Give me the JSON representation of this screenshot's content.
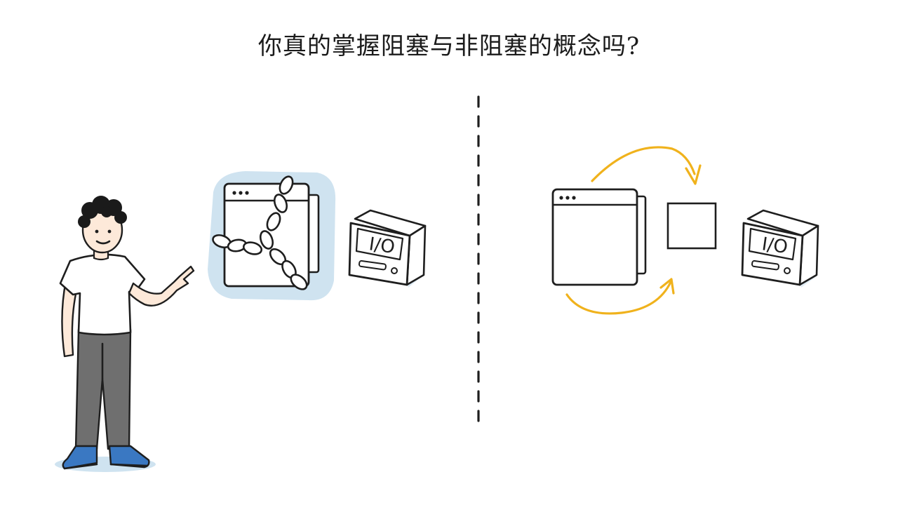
{
  "title": "你真的掌握阻塞与非阻塞的概念吗?",
  "blocking_side": {
    "io_device_label": "I/O"
  },
  "non_blocking_side": {
    "io_device_label": "I/O"
  },
  "colors": {
    "accent_arrow": "#f0b21c",
    "highlight_blue": "#cfe3f0",
    "jeans": "#6f6f6f",
    "shoes": "#3a78c2",
    "ink": "#1e1e1e"
  }
}
